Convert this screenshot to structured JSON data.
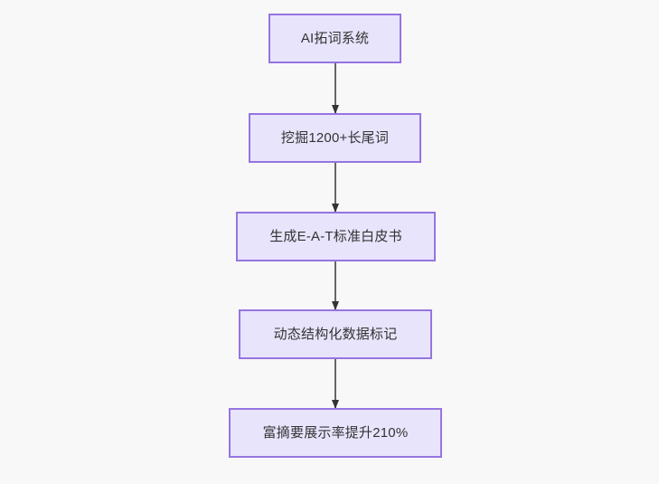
{
  "diagram": {
    "type": "flowchart",
    "direction": "top-to-bottom",
    "background_color": "#f8f8f8",
    "node_fill_color": "#e8e4fc",
    "node_border_color": "#9575e0",
    "node_text_color": "#333333",
    "edge_color": "#666666",
    "nodes": [
      {
        "id": "n0",
        "label": "AI拓词系统"
      },
      {
        "id": "n1",
        "label": "挖掘1200+长尾词"
      },
      {
        "id": "n2",
        "label": "生成E-A-T标准白皮书"
      },
      {
        "id": "n3",
        "label": "动态结构化数据标记"
      },
      {
        "id": "n4",
        "label": "富摘要展示率提升210%"
      }
    ],
    "edges": [
      {
        "from": "n0",
        "to": "n1",
        "label": ""
      },
      {
        "from": "n1",
        "to": "n2",
        "label": ""
      },
      {
        "from": "n2",
        "to": "n3",
        "label": ""
      },
      {
        "from": "n3",
        "to": "n4",
        "label": ""
      }
    ]
  }
}
